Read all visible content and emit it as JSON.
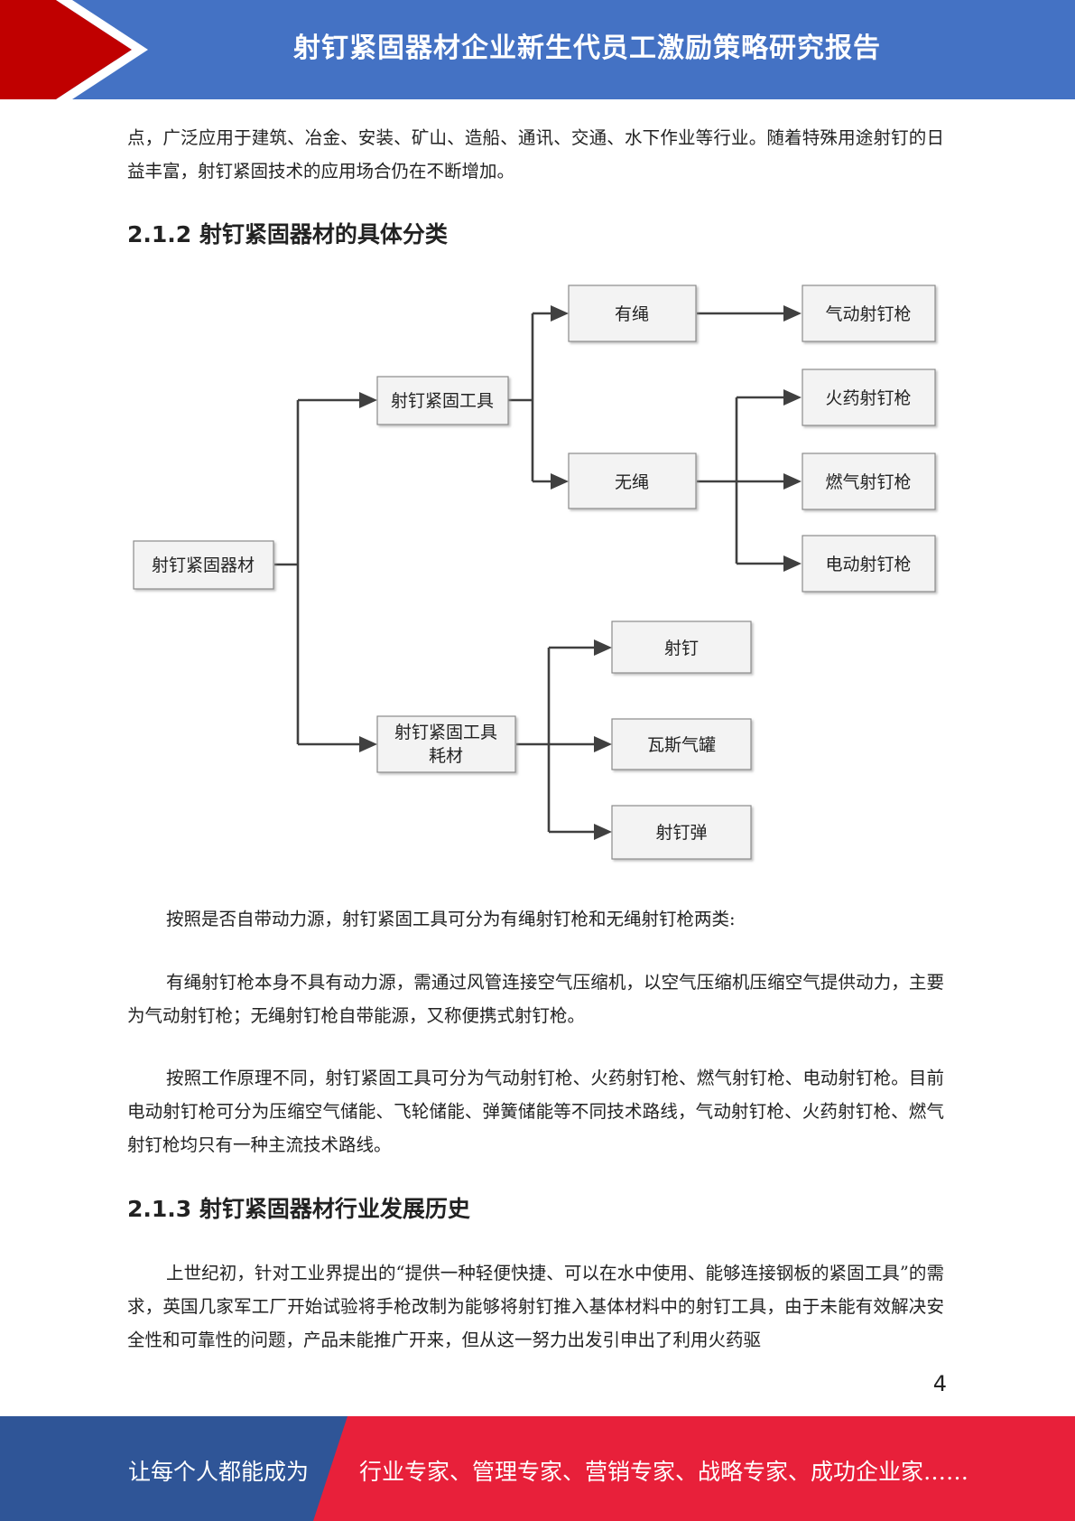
{
  "header": {
    "title": "射钉紧固器材企业新生代员工激励策略研究报告",
    "colors": {
      "bar": "#4472c4",
      "accent": "#c00000"
    }
  },
  "body": {
    "intro": "点，广泛应用于建筑、冶金、安装、矿山、造船、通讯、交通、水下作业等行业。随着特殊用途射钉的日益丰富，射钉紧固技术的应用场合仍在不断增加。",
    "section_212_heading": "2.1.2 射钉紧固器材的具体分类",
    "para_power_source": "按照是否自带动力源，射钉紧固工具可分为有绳射钉枪和无绳射钉枪两类:",
    "para_corded": "有绳射钉枪本身不具有动力源，需通过风管连接空气压缩机，以空气压缩机压缩空气提供动力，主要为气动射钉枪；无绳射钉枪自带能源，又称便携式射钉枪。",
    "para_principle": "按照工作原理不同，射钉紧固工具可分为气动射钉枪、火药射钉枪、燃气射钉枪、电动射钉枪。目前电动射钉枪可分为压缩空气储能、飞轮储能、弹簧储能等不同技术路线，气动射钉枪、火药射钉枪、燃气射钉枪均只有一种主流技术路线。",
    "section_213_heading": "2.1.3 射钉紧固器材行业发展历史",
    "para_history": "上世纪初，针对工业界提出的“提供一种轻便快捷、可以在水中使用、能够连接钢板的紧固工具”的需求，英国几家军工厂开始试验将手枪改制为能够将射钉推入基体材料中的射钉工具，由于未能有效解决安全性和可靠性的问题，产品未能推广开来，但从这一努力出发引申出了利用火药驱"
  },
  "diagram": {
    "root": "射钉紧固器材",
    "tools": "射钉紧固工具",
    "corded": "有绳",
    "cordless": "无绳",
    "pneumatic": "气动射钉枪",
    "powder": "火药射钉枪",
    "gas": "燃气射钉枪",
    "electric": "电动射钉枪",
    "consumables_line1": "射钉紧固工具",
    "consumables_line2": "耗材",
    "nail": "射钉",
    "gas_can": "瓦斯气罐",
    "cartridge": "射钉弹"
  },
  "page_number": "4",
  "footer": {
    "left": "让每个人都能成为",
    "right": "行业专家、管理专家、营销专家、战略专家、成功企业家……",
    "colors": {
      "left": "#2f5597",
      "right": "#e8203a"
    }
  }
}
